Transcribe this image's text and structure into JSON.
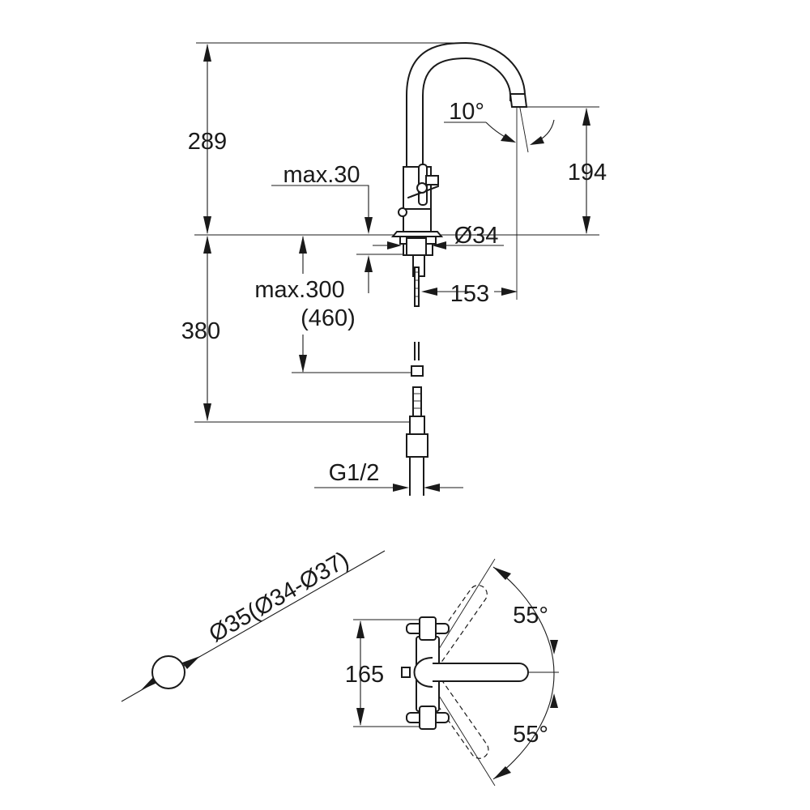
{
  "elevation": {
    "height_total": "289",
    "max_thickness": "max.30",
    "spout_angle": "10°",
    "spout_height": "194",
    "base_diameter": "Ø34",
    "max_shank": "max.300",
    "max_shank_alt": "(460)",
    "hose_length": "380",
    "spout_reach": "153",
    "connection": "G1/2"
  },
  "hole_detail": {
    "hole_diameter": "Ø35(Ø34-Ø37)"
  },
  "plan": {
    "handle_span": "165",
    "swivel_upper": "55°",
    "swivel_lower": "55°"
  }
}
